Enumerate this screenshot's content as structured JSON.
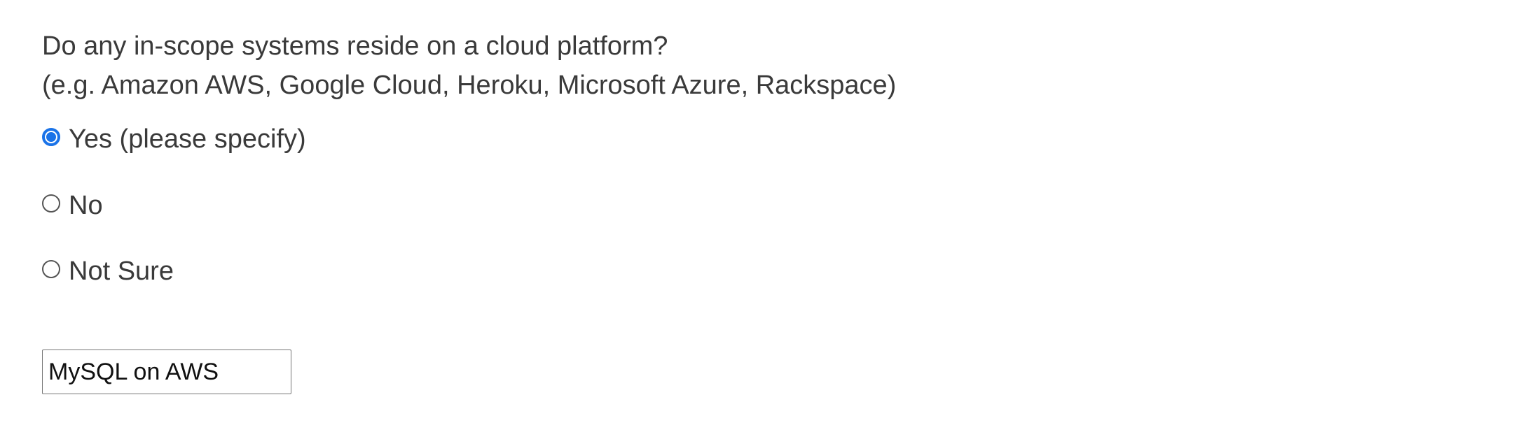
{
  "question": {
    "line1": "Do any in-scope systems reside on a cloud platform?",
    "line2": "(e.g. Amazon AWS, Google Cloud, Heroku, Microsoft Azure, Rackspace)"
  },
  "options": [
    {
      "label": "Yes (please specify)",
      "checked": true
    },
    {
      "label": "No",
      "checked": false
    },
    {
      "label": "Not Sure",
      "checked": false
    }
  ],
  "specify_input": {
    "value": "MySQL on AWS"
  },
  "colors": {
    "accent": "#1a73e8",
    "text": "#3a3a3a",
    "border": "#767676"
  }
}
